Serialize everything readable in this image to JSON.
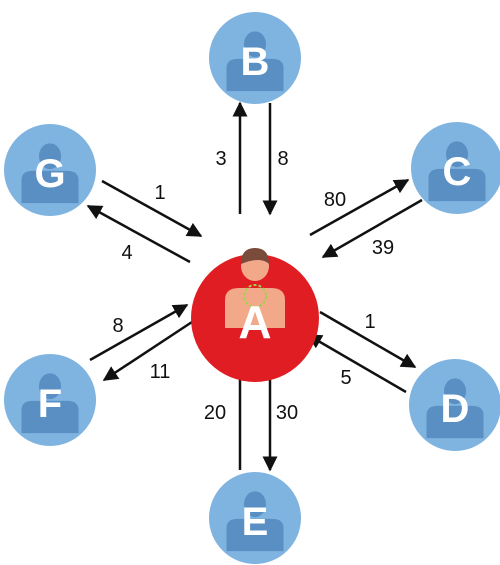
{
  "center": {
    "label": "A",
    "color": "#e11d24",
    "icon": "patient-icon"
  },
  "nodes": [
    {
      "id": "B",
      "label": "B",
      "color": "#7fb3e0",
      "icon": "person-icon"
    },
    {
      "id": "C",
      "label": "C",
      "color": "#7fb3e0",
      "icon": "person-icon"
    },
    {
      "id": "D",
      "label": "D",
      "color": "#7fb3e0",
      "icon": "person-icon"
    },
    {
      "id": "E",
      "label": "E",
      "color": "#7fb3e0",
      "icon": "person-icon"
    },
    {
      "id": "F",
      "label": "F",
      "color": "#7fb3e0",
      "icon": "person-icon"
    },
    {
      "id": "G",
      "label": "G",
      "color": "#7fb3e0",
      "icon": "person-icon"
    }
  ],
  "edges": [
    {
      "from": "A",
      "to": "B",
      "value": "3"
    },
    {
      "from": "B",
      "to": "A",
      "value": "8"
    },
    {
      "from": "A",
      "to": "C",
      "value": "80"
    },
    {
      "from": "C",
      "to": "A",
      "value": "39"
    },
    {
      "from": "A",
      "to": "D",
      "value": "1"
    },
    {
      "from": "D",
      "to": "A",
      "value": "5"
    },
    {
      "from": "E",
      "to": "A",
      "value": "20"
    },
    {
      "from": "A",
      "to": "E",
      "value": "30"
    },
    {
      "from": "F",
      "to": "A",
      "value": "8"
    },
    {
      "from": "A",
      "to": "F",
      "value": "11"
    },
    {
      "from": "G",
      "to": "A",
      "value": "1"
    },
    {
      "from": "A",
      "to": "G",
      "value": "4"
    }
  ]
}
